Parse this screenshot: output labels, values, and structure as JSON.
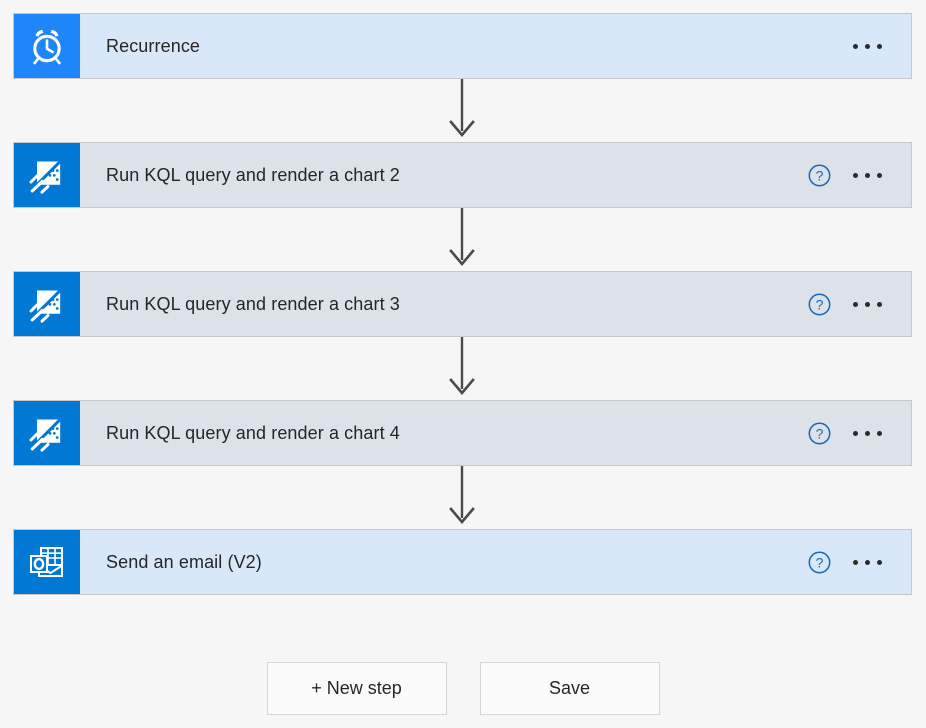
{
  "designer": {
    "background_color": "#f6f6f6",
    "steps": [
      {
        "title": "Recurrence",
        "icon": "alarm-clock-icon",
        "theme": "blue",
        "tile_color": "#1f86fa",
        "card_color": "#d9e8f8",
        "has_help": false,
        "has_menu": true,
        "menu_label": "..."
      },
      {
        "title": "Run KQL query and render a chart 2",
        "icon": "azure-data-explorer-kusto-icon",
        "theme": "gray",
        "tile_color": "#0078d4",
        "card_color": "#dde1e8",
        "has_help": true,
        "has_menu": true,
        "menu_label": "..."
      },
      {
        "title": "Run KQL query and render a chart 3",
        "icon": "azure-data-explorer-kusto-icon",
        "theme": "gray",
        "tile_color": "#0078d4",
        "card_color": "#dde1e8",
        "has_help": true,
        "has_menu": true,
        "menu_label": "..."
      },
      {
        "title": "Run KQL query and render a chart 4",
        "icon": "azure-data-explorer-kusto-icon",
        "theme": "gray",
        "tile_color": "#0078d4",
        "card_color": "#dde1e8",
        "has_help": true,
        "has_menu": true,
        "menu_label": "..."
      },
      {
        "title": "Send an email (V2)",
        "icon": "outlook-envelope-icon",
        "theme": "blue",
        "tile_color": "#0078d4",
        "card_color": "#d9e8f8",
        "has_help": true,
        "has_menu": true,
        "menu_label": "..."
      }
    ],
    "connector": {
      "count": 4,
      "color": "#4a4a4a",
      "direction": "down"
    },
    "help_icon": {
      "glyph": "?",
      "color": "#0f6cbd"
    },
    "footer": {
      "new_step_label": "+ New step",
      "save_label": "Save"
    }
  }
}
